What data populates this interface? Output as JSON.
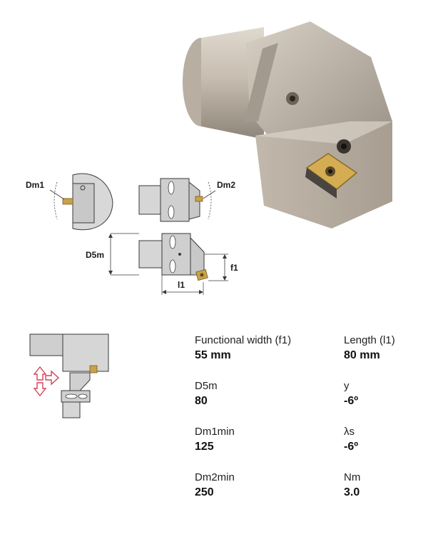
{
  "dimension_labels": {
    "dm1": "Dm1",
    "dm2": "Dm2",
    "d5m": "D5m",
    "f1": "f1",
    "l1": "l1"
  },
  "specs": [
    {
      "name": "Functional width (f1)",
      "value": "55 mm"
    },
    {
      "name": "Length (l1)",
      "value": "80 mm"
    },
    {
      "name": "D5m",
      "value": "80"
    },
    {
      "name": "y",
      "value": "-6º"
    },
    {
      "name": "Dm1min",
      "value": "125"
    },
    {
      "name": "λs",
      "value": "-6º"
    },
    {
      "name": "Dm2min",
      "value": "250"
    },
    {
      "name": "Nm",
      "value": "3.0"
    }
  ],
  "colors": {
    "tool_body": "#c9c0b4",
    "insert_gold": "#c8a24a",
    "arrow_outline": "#d4425a",
    "drawing_line": "#3a3a3a",
    "drawing_fill": "#cfcfcf"
  }
}
